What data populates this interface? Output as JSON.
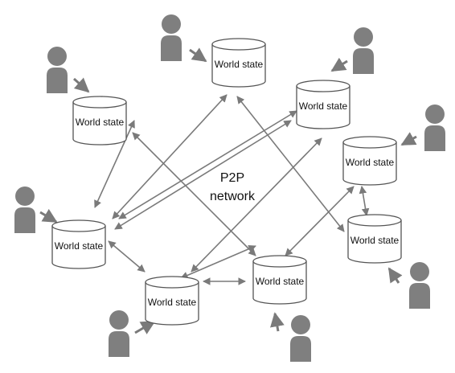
{
  "center": {
    "line1": "P2P",
    "line2": "network"
  },
  "node_label": "World state",
  "colors": {
    "person": "#7f7f7f",
    "arrow": "#7a7a7a",
    "cylinder_stroke": "#555555",
    "cylinder_fill": "#ffffff"
  },
  "nodes": [
    {
      "id": "n1",
      "label": "World state"
    },
    {
      "id": "n2",
      "label": "World state"
    },
    {
      "id": "n3",
      "label": "World state"
    },
    {
      "id": "n4",
      "label": "World state"
    },
    {
      "id": "n5",
      "label": "World state"
    },
    {
      "id": "n6",
      "label": "World state"
    },
    {
      "id": "n7",
      "label": "World state"
    },
    {
      "id": "n8",
      "label": "World state"
    }
  ],
  "connections": [
    [
      "n1",
      "n2"
    ],
    [
      "n1",
      "n6"
    ],
    [
      "n4",
      "n5"
    ],
    [
      "n6",
      "n5"
    ],
    [
      "n7",
      "n8"
    ],
    [
      "n8",
      "n1"
    ],
    [
      "n1",
      "n3"
    ],
    [
      "n2",
      "n3"
    ],
    [
      "n2",
      "n4"
    ],
    [
      "n3",
      "n5"
    ],
    [
      "n4",
      "n6"
    ],
    [
      "n4",
      "n7"
    ]
  ]
}
